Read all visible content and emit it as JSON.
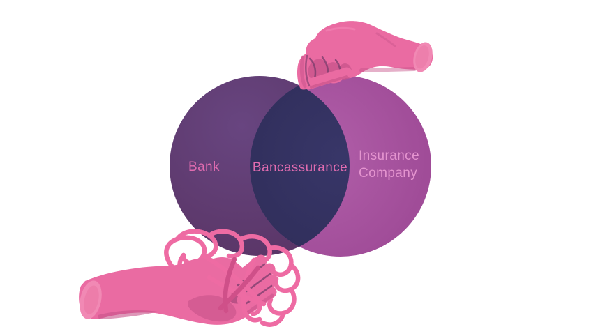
{
  "page": {
    "type": "venn-diagram-illustration",
    "background": "#ffffff"
  },
  "venn": {
    "left": {
      "label": "Bank"
    },
    "right": {
      "label": "Insurance\nCompany"
    },
    "overlap": {
      "label": "Bancassurance"
    }
  },
  "palette": {
    "left_circle_light": "#684580",
    "left_circle_dark": "#573261",
    "right_circle_light": "#b260aa",
    "right_circle_dark": "#97428f",
    "lens_light": "#383668",
    "lens_dark": "#2e2c57",
    "label_pink": "#e26cb0",
    "label_light_pink": "#e494cf",
    "hand_base": "#ea6ba2",
    "hand_shade": "#c65289",
    "hand_deep": "#a04378",
    "hand_crevice": "#713a69",
    "cap_light": "#f189b4",
    "string": "#ee6ba3",
    "string_dark": "#cf5089"
  },
  "illustrations": [
    {
      "name": "pinching-hand",
      "description": "pink hand pinching top of venn overlap"
    },
    {
      "name": "holding-hand",
      "description": "pink open hand holding tangled string"
    },
    {
      "name": "tangled-string",
      "description": "pink tangled string ball under left circle"
    }
  ]
}
